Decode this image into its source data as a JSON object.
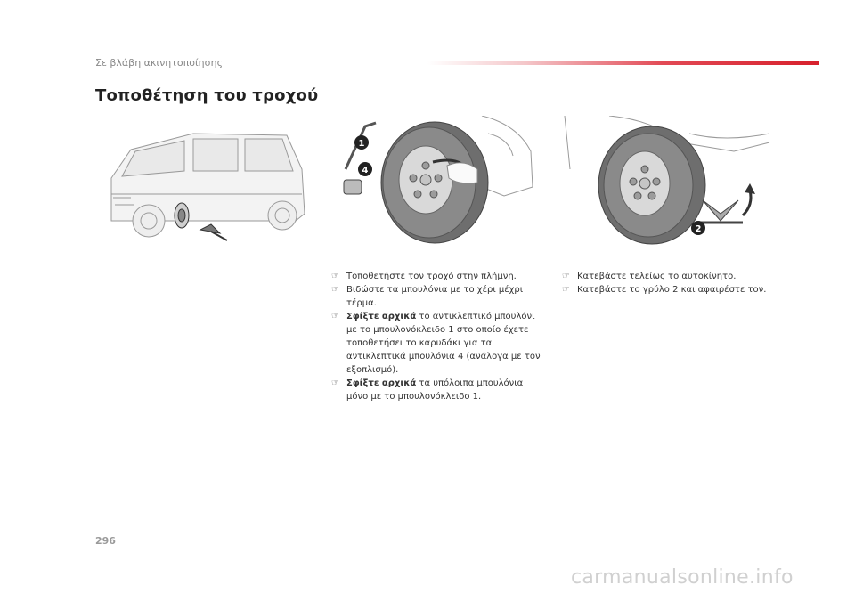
{
  "header": {
    "section_label": "Σε βλάβη ακινητοποίησης",
    "accent_color": "#d7202c"
  },
  "page_title": "Τοποθέτηση του τροχού",
  "illustrations": {
    "wheel_fitting_labels": [
      "1",
      "4"
    ],
    "lowering_label": "2"
  },
  "steps_left": [
    {
      "prefix": "",
      "bold": "",
      "text": "Τοποθετήστε τον τροχό στην πλήμνη."
    },
    {
      "prefix": "",
      "bold": "",
      "text": "Βιδώστε τα μπουλόνια με το χέρι μέχρι τέρμα."
    },
    {
      "prefix": "",
      "bold": "Σφίξτε αρχικά",
      "text": " το αντικλεπτικό μπουλόνι με το μπουλονόκλειδο 1 στο οποίο έχετε τοποθετήσει το καρυδάκι για τα αντικλεπτικά μπουλόνια 4 (ανάλογα με τον εξοπλισμό)."
    },
    {
      "prefix": "",
      "bold": "Σφίξτε αρχικά",
      "text": " τα υπόλοιπα μπουλόνια μόνο με το μπουλονόκλειδο 1."
    }
  ],
  "steps_right": [
    {
      "prefix": "",
      "bold": "",
      "text": "Κατεβάστε τελείως το αυτοκίνητο."
    },
    {
      "prefix": "",
      "bold": "",
      "text": "Κατεβάστε το γρύλο 2 και αφαιρέστε τον."
    }
  ],
  "bullet_glyph": "☞",
  "page_number": "296",
  "watermark": "carmanualsonline.info"
}
